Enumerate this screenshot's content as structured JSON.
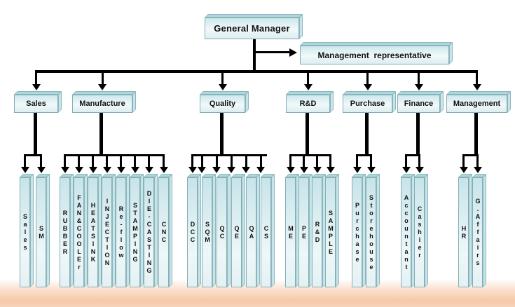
{
  "chart": {
    "top": {
      "general_manager": "General Manager",
      "management_representative": "Management  representative"
    },
    "departments": [
      {
        "label": "Sales",
        "children": [
          "Sales",
          "SM"
        ]
      },
      {
        "label": "Manufacture",
        "children": [
          "RUBBER",
          "FAN&COOLEr",
          "HEATSINK",
          "INJECTION",
          "Re-flow",
          "STAMPING",
          "DIE-CASTING",
          "CNC"
        ]
      },
      {
        "label": "Quality",
        "children": [
          "DCC",
          "SQM",
          "QC",
          "QE",
          "QA",
          "CS"
        ]
      },
      {
        "label": "R&D",
        "children": [
          "ME",
          "PE",
          "R&D",
          "SAMPLE"
        ]
      },
      {
        "label": "Purchase",
        "children": [
          "Purchase",
          "Storehouse"
        ]
      },
      {
        "label": "Finance",
        "children": [
          "Accountant",
          "Cashier"
        ]
      },
      {
        "label": "Management",
        "children": [
          "HR",
          "G.Affairs"
        ]
      }
    ],
    "colors": {
      "box_face_top": "#cde8ec",
      "box_face_bottom": "#f1f9fa",
      "box_top_facet": "#a9d8de",
      "box_side_facet": "#c6e5ea",
      "box_border": "#86aeb6",
      "connector": "#000000",
      "floor": "#f6c9a9",
      "text": "#111111"
    }
  }
}
